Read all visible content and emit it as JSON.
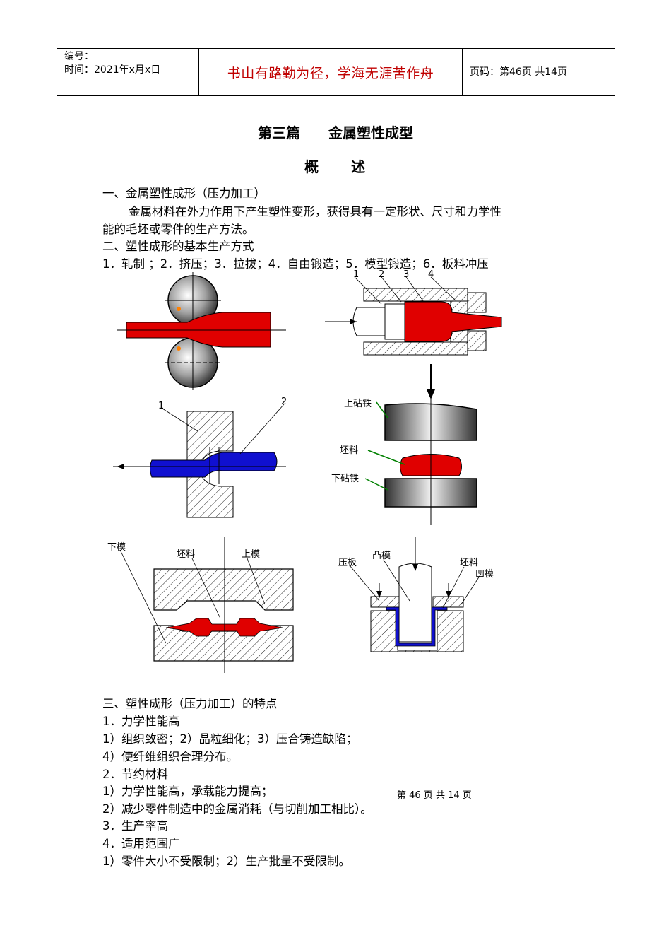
{
  "header": {
    "serial_label": "编号：",
    "date_label": "时间：2021年x月x日",
    "motto": "书山有路勤为径，学海无涯苦作舟",
    "page_label": "页码：第46页 共14页"
  },
  "title": "第三篇　　金属塑性成型",
  "subtitle": "概　　述",
  "lines": [
    "一、金属塑性成形（压力加工）",
    "金属材料在外力作用下产生塑性变形，获得具有一定形状、尺寸和力学性",
    "能的毛坯或零件的生产方法。",
    "二、塑性成形的基本生产方式",
    "1．轧制 ；2．挤压；3．拉拔；4．自由锻造；5．模型锻造；6．板料冲压"
  ],
  "figure_labels": {
    "extrude_1": "1",
    "extrude_2": "2",
    "extrude_3": "3",
    "extrude_4": "4",
    "draw_1": "1",
    "draw_2": "2",
    "upper_anvil": "上砧铁",
    "blank": "坯料",
    "lower_anvil": "下砧铁",
    "lower_die": "下模",
    "die_blank": "坯料",
    "upper_die": "上模",
    "press_plate": "压板",
    "punch": "凸模",
    "stamp_blank": "坯料",
    "concave_die": "凹模"
  },
  "lines2": [
    "三、塑性成形（压力加工）的特点",
    "1．力学性能高",
    "1）组织致密；2）晶粒细化；3）压合铸造缺陷；",
    "4）使纤维组织合理分布。",
    "2．节约材料",
    "1）力学性能高，承载能力提高；",
    "2）减少零件制造中的金属消耗（与切削加工相比）。",
    "3．生产率高",
    "4．适用范围广",
    "1）零件大小不受限制；2）生产批量不受限制。"
  ],
  "footer": "第 46 页 共 14 页",
  "colors": {
    "motto": "#c00000",
    "red_metal": "#e00000",
    "blue_metal": "#1010d0",
    "green_leader": "#008000"
  }
}
